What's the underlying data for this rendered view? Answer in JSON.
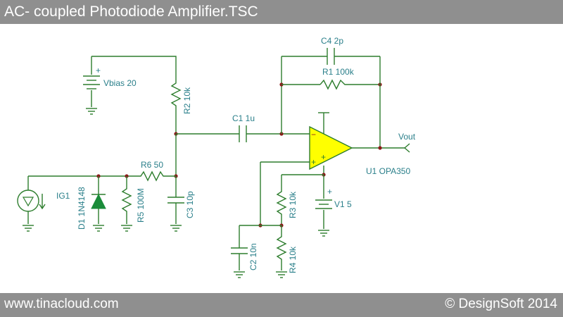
{
  "window": {
    "title": "AC- coupled Photodiode Amplifier.TSC"
  },
  "footer": {
    "left": "www.tinacloud.com",
    "right": "© DesignSoft 2014"
  },
  "components": {
    "c4": "C4 2p",
    "r1": "R1 100k",
    "vbias": "Vbias 20",
    "r2": "R2 10k",
    "c1": "C1 1u",
    "vout": "Vout",
    "u1": "U1 OPA350",
    "r6": "R6 50",
    "ig1": "IG1",
    "d1": "D1 1N4148",
    "r5": "R5 100M",
    "c3": "C3 10p",
    "r3": "R3 10k",
    "v1": "V1 5",
    "c2": "C2 10n",
    "r4": "R4 10k"
  },
  "symbols": {
    "plus": "+",
    "minus": "−"
  },
  "colors": {
    "wire": "#2d7d2d",
    "junction": "#8b1a1a",
    "label": "#2a7f8a",
    "opamp_fill": "#ffff00",
    "diode_fill": "#1a8c3a",
    "bars": "#8f8f8f"
  }
}
